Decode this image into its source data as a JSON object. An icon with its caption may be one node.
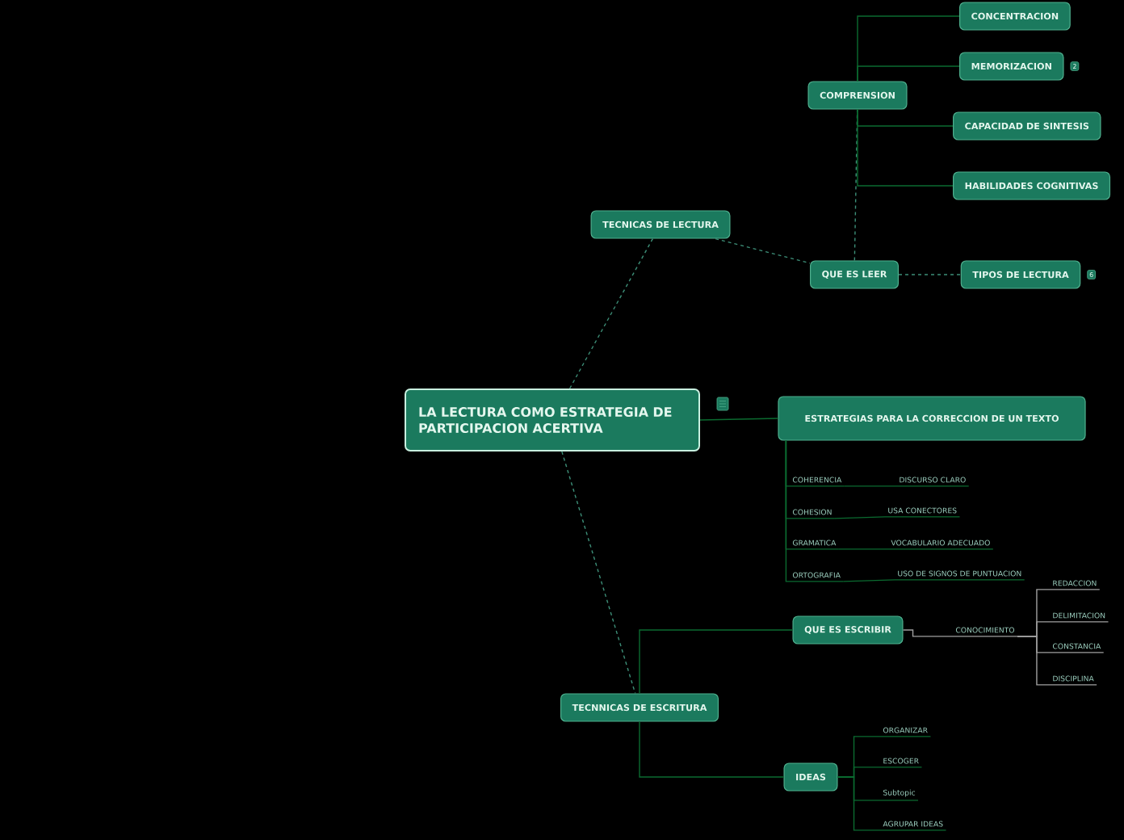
{
  "diagram": {
    "nodes": [
      {
        "text": [
          "LA LECTURA COMO ESTRATEGIA DE PARTICIPACION ACERTIVA"
        ]
      },
      {
        "text": [
          "TECNICAS DE LECTURA"
        ]
      },
      {
        "text": [
          "COMPRENSION"
        ]
      },
      {
        "text": [
          "CONCENTRACION"
        ]
      },
      {
        "text": [
          "MEMORIZACION"
        ],
        "beside": [
          "2"
        ]
      },
      {
        "text": [
          "CAPACIDAD DE SINTESIS"
        ]
      },
      {
        "text": [
          "HABILIDADES COGNITIVAS"
        ]
      },
      {
        "text": [
          "QUE ES LEER"
        ]
      },
      {
        "text": [
          "TIPOS DE LECTURA"
        ],
        "beside": [
          "6"
        ]
      },
      {
        "text": [
          "ESTRATEGIAS PARA LA CORRECCION DE UN TEXTO"
        ]
      },
      {
        "text": [
          "COHERENCIA"
        ]
      },
      {
        "text": [
          "DISCURSO CLARO"
        ]
      },
      {
        "text": [
          "COHESION"
        ]
      },
      {
        "text": [
          "USA CONECTORES"
        ]
      },
      {
        "text": [
          "GRAMATICA"
        ]
      },
      {
        "text": [
          "VOCABULARIO ADECUADO"
        ]
      },
      {
        "text": [
          "ORTOGRAFIA"
        ]
      },
      {
        "text": [
          "USO DE SIGNOS DE PUNTUACION"
        ]
      },
      {
        "text": [
          "TECNNICAS DE ESCRITURA"
        ]
      },
      {
        "text": [
          "QUE ES ESCRIBIR"
        ]
      },
      {
        "text": [
          "CONOCIMIENTO"
        ]
      },
      {
        "text": [
          "REDACCION"
        ]
      },
      {
        "text": [
          "DELIMITACION"
        ]
      },
      {
        "text": [
          "CONSTANCIA"
        ]
      },
      {
        "text": [
          "DISCIPLINA"
        ]
      },
      {
        "text": [
          "IDEAS"
        ]
      },
      {
        "text": [
          "ORGANIZAR"
        ]
      },
      {
        "text": [
          "ESCOGER"
        ]
      },
      {
        "text": [
          "Subtopic"
        ]
      },
      {
        "text": [
          "AGRUPAR IDEAS"
        ]
      }
    ],
    "edges": [
      {
        "from": 0,
        "to": 1,
        "arrow": "none",
        "style": "dashed",
        "color": "#3d8f78"
      },
      {
        "from": 1,
        "to": 7,
        "arrow": "none",
        "style": "dashed",
        "color": "#3d8f78"
      },
      {
        "from": 7,
        "to": 2,
        "arrow": "none",
        "style": "dashed",
        "color": "#3d8f78"
      },
      {
        "from": 2,
        "to": 3,
        "arrow": "none"
      },
      {
        "from": 2,
        "to": 4,
        "arrow": "none"
      },
      {
        "from": 2,
        "to": 5,
        "arrow": "none"
      },
      {
        "from": 2,
        "to": 6,
        "arrow": "none"
      },
      {
        "from": 7,
        "to": 8,
        "arrow": "none",
        "style": "dashed",
        "color": "#3d8f78"
      },
      {
        "from": 0,
        "to": 9,
        "arrow": "none"
      },
      {
        "from": 9,
        "to": 10,
        "arrow": "none"
      },
      {
        "from": 10,
        "to": 11,
        "arrow": "none"
      },
      {
        "from": 9,
        "to": 12,
        "arrow": "none"
      },
      {
        "from": 12,
        "to": 13,
        "arrow": "none"
      },
      {
        "from": 9,
        "to": 14,
        "arrow": "none"
      },
      {
        "from": 14,
        "to": 15,
        "arrow": "none"
      },
      {
        "from": 9,
        "to": 16,
        "arrow": "none"
      },
      {
        "from": 16,
        "to": 17,
        "arrow": "none"
      },
      {
        "from": 0,
        "to": 18,
        "arrow": "none",
        "style": "dashed",
        "color": "#3d8f78"
      },
      {
        "from": 18,
        "to": 19,
        "arrow": "none"
      },
      {
        "from": 19,
        "to": 20,
        "arrow": "none",
        "color": "#a0a0a0"
      },
      {
        "from": 20,
        "to": 21,
        "arrow": "none",
        "color": "#a0a0a0"
      },
      {
        "from": 20,
        "to": 22,
        "arrow": "none",
        "color": "#a0a0a0"
      },
      {
        "from": 20,
        "to": 23,
        "arrow": "none",
        "color": "#a0a0a0"
      },
      {
        "from": 20,
        "to": 24,
        "arrow": "none",
        "color": "#a0a0a0"
      },
      {
        "from": 18,
        "to": 25,
        "arrow": "none"
      },
      {
        "from": 25,
        "to": 26,
        "arrow": "none"
      },
      {
        "from": 25,
        "to": 27,
        "arrow": "none"
      },
      {
        "from": 25,
        "to": 28,
        "arrow": "none"
      },
      {
        "from": 25,
        "to": 29,
        "arrow": "none"
      }
    ]
  }
}
